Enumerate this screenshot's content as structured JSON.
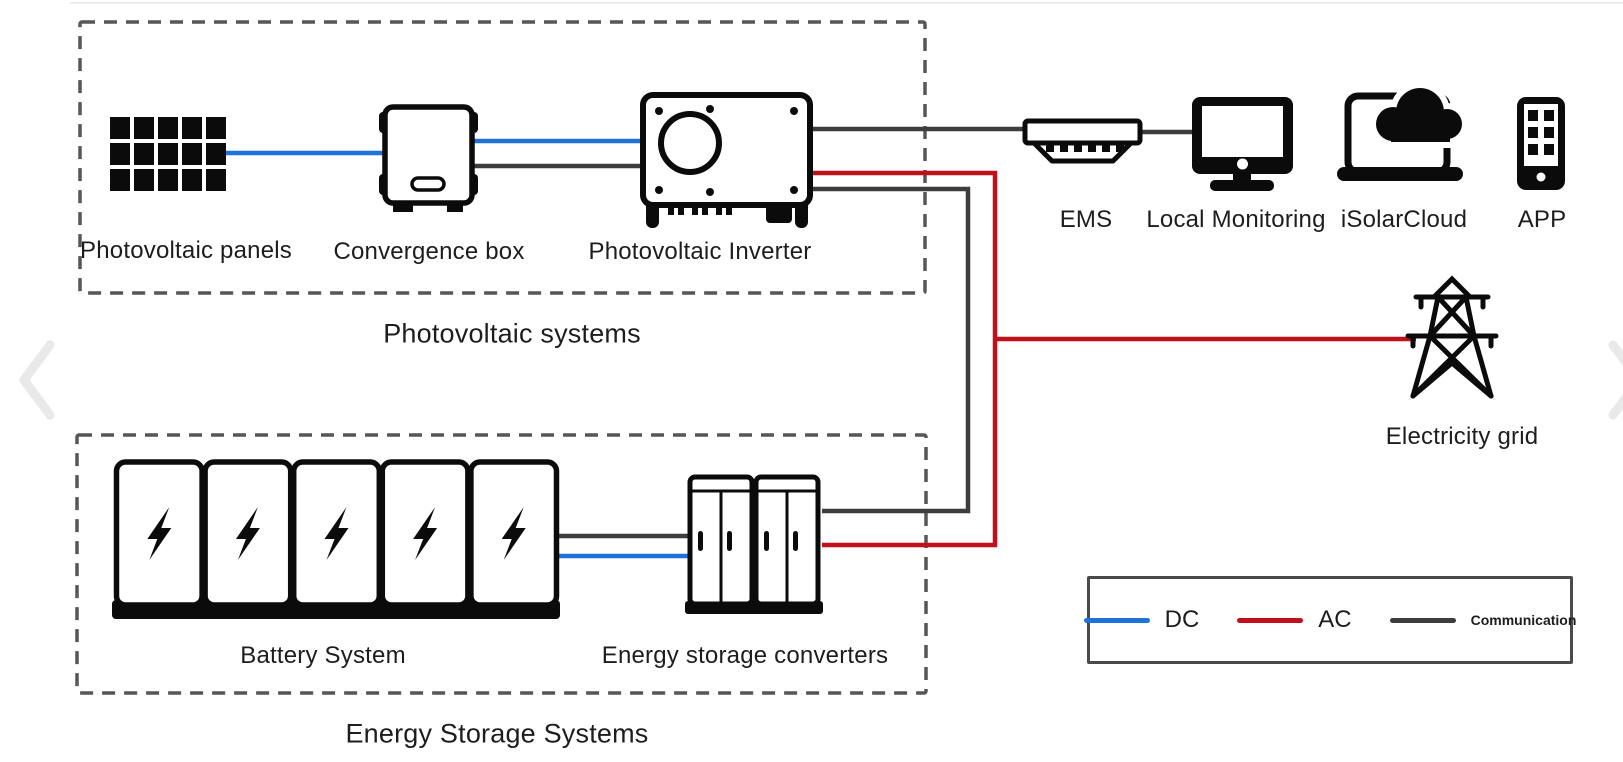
{
  "colors": {
    "dc": "#1d73da",
    "ac": "#c0101b",
    "comm": "#3d3d3d",
    "ink": "#0b0b0b",
    "dash": "#565656",
    "text": "#1d1d1d",
    "chevron": "#e9e9e9"
  },
  "pv_system": {
    "group_label": "Photovoltaic systems",
    "panels_label": "Photovoltaic panels",
    "convergence_label": "Convergence box",
    "inverter_label": "Photovoltaic Inverter"
  },
  "monitoring": {
    "ems_label": "EMS",
    "local_monitoring_label": "Local Monitoring",
    "cloud_label": "iSolarCloud",
    "app_label": "APP"
  },
  "grid": {
    "label": "Electricity grid"
  },
  "storage_system": {
    "group_label": "Energy Storage Systems",
    "battery_label": "Battery System",
    "converter_label": "Energy storage converters"
  },
  "legend": {
    "items": [
      {
        "label": "DC",
        "color_key": "dc"
      },
      {
        "label": "AC",
        "color_key": "ac"
      },
      {
        "label": "Communication",
        "color_key": "comm"
      }
    ]
  }
}
